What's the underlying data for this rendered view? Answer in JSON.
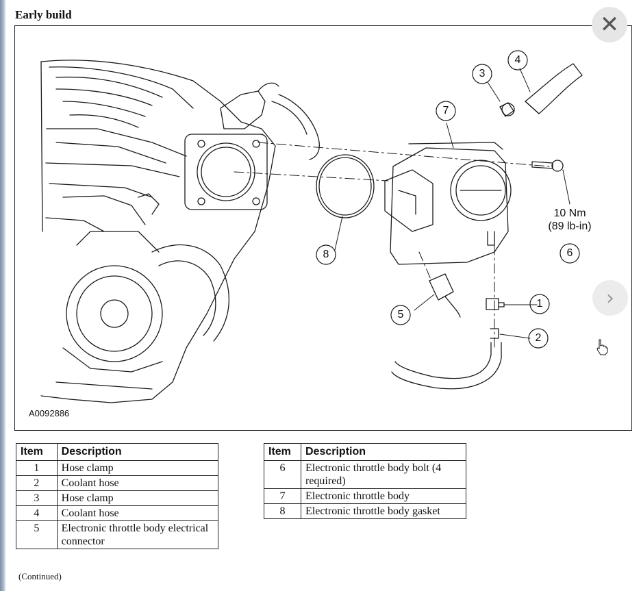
{
  "title": "Early build",
  "figure": {
    "id": "A0092886",
    "callouts": [
      "1",
      "2",
      "3",
      "4",
      "5",
      "6",
      "7",
      "8"
    ],
    "torque": {
      "line1": "10 Nm",
      "line2": "(89 lb-in)"
    }
  },
  "controls": {
    "close_symbol": "✕",
    "next_symbol": "›"
  },
  "tables": [
    {
      "headers": [
        "Item",
        "Description"
      ],
      "rows": [
        {
          "item": "1",
          "desc": "Hose clamp"
        },
        {
          "item": "2",
          "desc": "Coolant hose"
        },
        {
          "item": "3",
          "desc": "Hose clamp"
        },
        {
          "item": "4",
          "desc": "Coolant hose"
        },
        {
          "item": "5",
          "desc": "Electronic throttle body electrical connector"
        }
      ]
    },
    {
      "headers": [
        "Item",
        "Description"
      ],
      "rows": [
        {
          "item": "6",
          "desc": "Electronic throttle body bolt (4 required)"
        },
        {
          "item": "7",
          "desc": "Electronic throttle body"
        },
        {
          "item": "8",
          "desc": "Electronic throttle body gasket"
        }
      ]
    }
  ],
  "continued": "(Continued)"
}
